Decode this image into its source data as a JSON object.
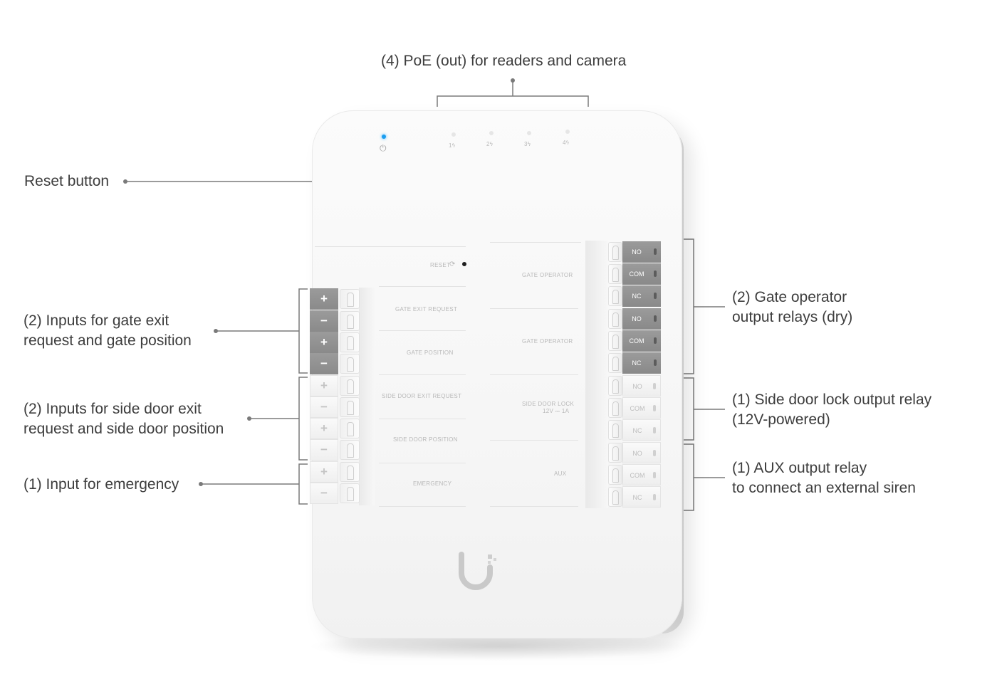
{
  "callouts": {
    "poe": "(4) PoE (out) for readers and camera",
    "reset": "Reset button",
    "gate_inputs": [
      "(2) Inputs for gate exit",
      "request and gate position"
    ],
    "side_inputs": [
      "(2) Inputs for side door exit",
      "request and side door position"
    ],
    "emergency": "(1) Input for emergency",
    "gate_relays": [
      "(2) Gate operator",
      "output relays (dry)"
    ],
    "side_relay": [
      "(1) Side door lock output relay",
      "(12V-powered)"
    ],
    "aux_relay": [
      "(1) AUX output relay",
      "to connect an external siren"
    ]
  },
  "device": {
    "power_symbol": "⏻",
    "poe_ports": [
      "1",
      "2",
      "3",
      "4"
    ],
    "bolt_symbol": "ϟ",
    "left_labels": [
      "RESET",
      "GATE EXIT REQUEST",
      "GATE POSITION",
      "SIDE DOOR EXIT REQUEST",
      "SIDE DOOR POSITION",
      "EMERGENCY"
    ],
    "right_labels": [
      "GATE OPERATOR",
      "GATE OPERATOR",
      "SIDE DOOR LOCK",
      "12V ⎓ 1A",
      "AUX"
    ],
    "left_terminals": [
      "+",
      "−",
      "+",
      "−",
      "+",
      "−",
      "+",
      "−",
      "+",
      "−"
    ],
    "right_terminals": [
      "NO",
      "COM",
      "NC",
      "NO",
      "COM",
      "NC",
      "NO",
      "COM",
      "NC",
      "NO",
      "COM",
      "NC"
    ],
    "colors": {
      "status_led": "#1a9df0",
      "terminal_gray": "#8f8f8f"
    }
  }
}
